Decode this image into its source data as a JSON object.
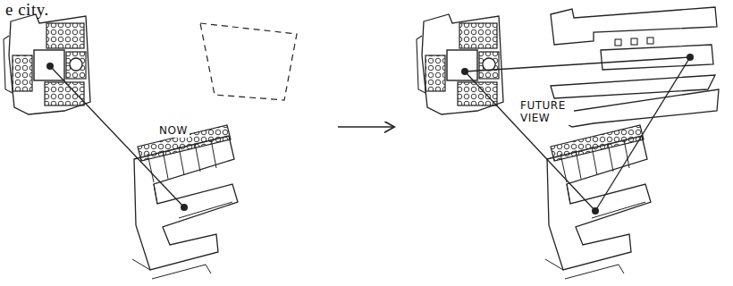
{
  "diagram": {
    "labels": [
      "e city.",
      "NOW",
      "FUTURE VIEW"
    ]
  }
}
